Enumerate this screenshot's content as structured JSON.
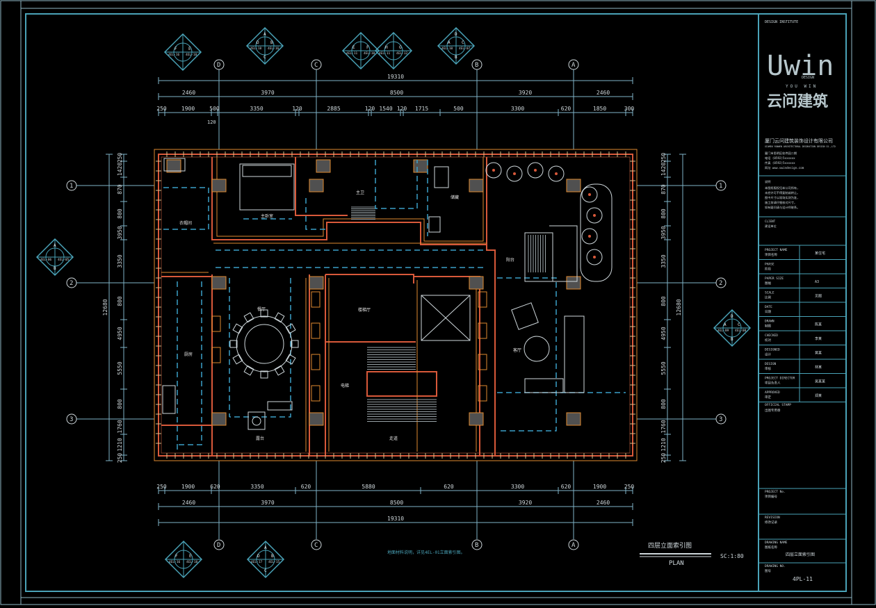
{
  "colors": {
    "background": "#000000",
    "frame": "#4aa3b8",
    "wall_red": "#d9593a",
    "wall_orange": "#e08a30",
    "dim_line": "#7fb3c7",
    "dashed_ceiling": "#3aa0c8",
    "column_fill": "#505050",
    "text_white": "#e6e6e6"
  },
  "dimensions": {
    "top_total": "19310",
    "top_mid": [
      "2460",
      "3970",
      "8500",
      "3920",
      "2460"
    ],
    "top_detail": [
      "250",
      "1900",
      "500",
      "3350",
      "120",
      "2885",
      "120",
      "1540",
      "120",
      "1715",
      "500",
      "3300",
      "620",
      "1850",
      "300"
    ],
    "top_sub": "120",
    "bottom_detail": [
      "250",
      "1900",
      "620",
      "3350",
      "620",
      "5880",
      "620",
      "3300",
      "620",
      "1900",
      "250"
    ],
    "bottom_mid": [
      "2460",
      "3970",
      "8500",
      "3920",
      "2460"
    ],
    "bottom_total": "19310",
    "left_detail": [
      "250",
      "1420",
      "870",
      "800",
      "3950",
      "3350",
      "800",
      "4950",
      "5550",
      "800",
      "1760",
      "1210",
      "250"
    ],
    "left_total": "12680",
    "right_detail": [
      "250",
      "1420",
      "870",
      "800",
      "3950",
      "3350",
      "800",
      "4950",
      "5550",
      "800",
      "1760",
      "1210",
      "250"
    ],
    "right_total": "12680"
  },
  "axes": {
    "columns_top": [
      "D",
      "C",
      "B",
      "A"
    ],
    "columns_bottom": [
      "D",
      "C",
      "B",
      "A"
    ],
    "rows_left": [
      "1",
      "2",
      "3"
    ],
    "rows_right": [
      "1",
      "2",
      "3"
    ]
  },
  "elevation_markers": {
    "top": [
      {
        "quadrants": [
          "",
          "E",
          "",
          "F"
        ],
        "refs": [
          "4EL-16",
          "4EL-18"
        ]
      },
      {
        "quadrants": [
          "A",
          "B",
          "C",
          "D"
        ],
        "refs": [
          "4EL-18",
          "4EL-16"
        ]
      },
      {
        "quadrants": [
          "",
          "F",
          "",
          "E"
        ],
        "refs": [
          "4EL-11",
          "4EL-10"
        ]
      },
      {
        "quadrants": [
          "",
          "G",
          "",
          "H"
        ],
        "refs": [
          "4EL-11",
          "4EL-12"
        ]
      },
      {
        "quadrants": [
          "D",
          "C",
          "B",
          "A"
        ],
        "refs": [
          "4EL-10",
          "4EL-07"
        ]
      }
    ],
    "left": {
      "quadrants": [
        "A",
        "",
        "B",
        ""
      ],
      "refs": [
        "4EL-06",
        "4EL-05"
      ]
    },
    "right": {
      "quadrants": [
        "D",
        "C",
        "B",
        "A"
      ],
      "refs": [
        "4EL-09",
        "4EL-08"
      ]
    },
    "bottom": [
      {
        "quadrants": [
          "",
          "E",
          "",
          "F"
        ],
        "refs": [
          "4EL-16",
          "4EL-18"
        ]
      },
      {
        "quadrants": [
          "A",
          "B",
          "C",
          "D"
        ],
        "refs": [
          "4EL-17",
          "4EL-15"
        ]
      }
    ]
  },
  "rooms": {
    "bedroom": "主卧室",
    "master_bath": "主卫",
    "closet": "衣帽间",
    "kitchen": "厨房",
    "dining": "餐厅",
    "living": "客厅",
    "stair_hall": "楼梯厅",
    "elevator": "电梯",
    "balcony": "阳台",
    "corridor": "走道",
    "storage": "储藏",
    "terrace": "露台"
  },
  "drawing_note": "地面材料说明，详见4EL-01立面索引图。",
  "drawing_title": {
    "name": "四层立面索引图",
    "type": "PLAN",
    "scale": "SC:1:80"
  },
  "title_block": {
    "header_small": "DESIGN INSTITUTE",
    "logo_brand": "Uwin",
    "logo_sub": "DESIGN",
    "logo_line": "YOU WIN",
    "logo_cn": "云问建筑",
    "company_name": "厦门云问建筑装饰设计有限公司",
    "company_en": "XIAMEN YUNWEN ARCHITECTURAL DECORATION DESIGN CO.,LTD",
    "company_lines": [
      "厦门市思明区软件园二期",
      "电话 (0592)5xxxxxx",
      "传真 (0592)5xxxxxx",
      "网址 www.uwindesign.com"
    ],
    "notes_title": "说明",
    "notes_lines": [
      "本图纸版权归本公司所有，",
      "未经许可不得复制或转让。",
      "图中尺寸以现场实测为准，",
      "施工前请仔细核对尺寸，",
      "如有疑问请与设计师联系。"
    ],
    "client_label": "CLIENT",
    "client_label_cn": "建设单位",
    "rows": [
      {
        "label": "PROJECT NAME",
        "label_cn": "项目名称",
        "value": "某住宅"
      },
      {
        "label": "PHASE",
        "label_cn": "阶段",
        "value": ""
      },
      {
        "label": "PAPER SIZE",
        "label_cn": "图幅",
        "value": "A3"
      },
      {
        "label": "SCALE",
        "label_cn": "比例",
        "value": "见图"
      },
      {
        "label": "DATE",
        "label_cn": "日期",
        "value": ""
      },
      {
        "label": "DRAWN",
        "label_cn": "制图",
        "value": "陈某"
      },
      {
        "label": "CHECKED",
        "label_cn": "校对",
        "value": "李某"
      },
      {
        "label": "DESIGNED",
        "label_cn": "设计",
        "value": "黄某"
      },
      {
        "label": "DESIGN",
        "label_cn": "审核",
        "value": "林某"
      },
      {
        "label": "PROJECT DIRECTOR",
        "label_cn": "项目负责人",
        "value": "吴某某"
      },
      {
        "label": "APPROVED",
        "label_cn": "审定",
        "value": "郑某"
      }
    ],
    "official_stamp": "OFFICIAL STAMP",
    "official_stamp_cn": "出图专用章",
    "project_no_label": "PROJECT No.",
    "project_no_label_cn": "项目编号",
    "revision_label": "REVISION",
    "revision_label_cn": "修改记录",
    "drawing_name_label": "DRAWING NAME",
    "drawing_name_label_cn": "图纸名称",
    "drawing_name_value": "四层立面索引图",
    "drawing_no_label": "DRAWING NO.",
    "drawing_no_label_cn": "图号",
    "drawing_no_value": "4PL-11"
  }
}
